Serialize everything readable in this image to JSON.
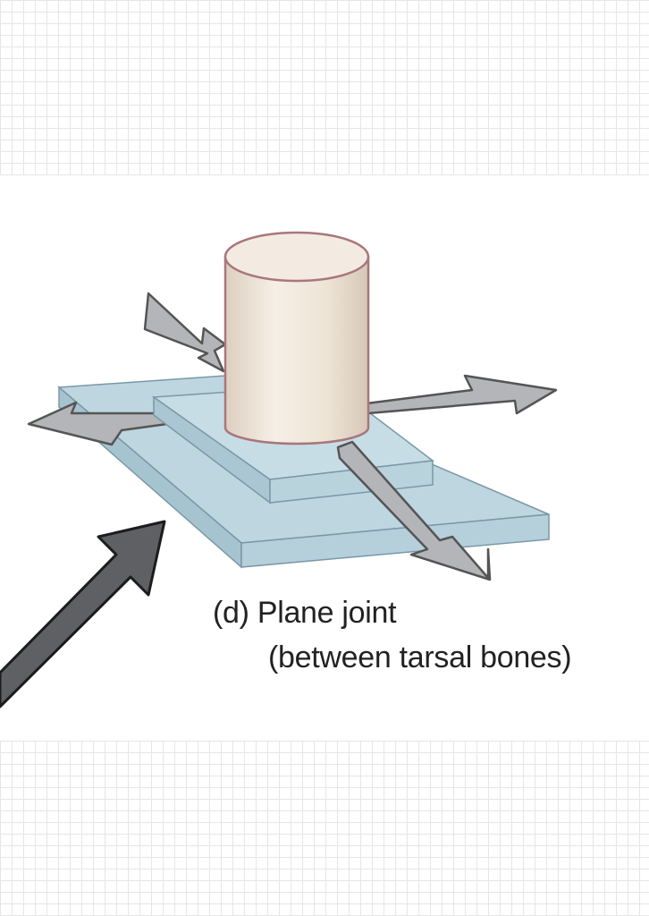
{
  "figure": {
    "label": "(d)",
    "title": "Plane joint",
    "subtitle": "(between tarsal bones)"
  },
  "colors": {
    "plate_top": "#bdd6e0",
    "plate_side": "#9fbfcc",
    "plate_stroke": "#7a98a5",
    "cylinder_body": "#efe6da",
    "cylinder_stroke": "#a8777c",
    "arrow_fill": "#b4b5b8",
    "arrow_stroke": "#555555",
    "pointer_fill": "#5f6063",
    "grid_line": "#e6e6e6"
  }
}
